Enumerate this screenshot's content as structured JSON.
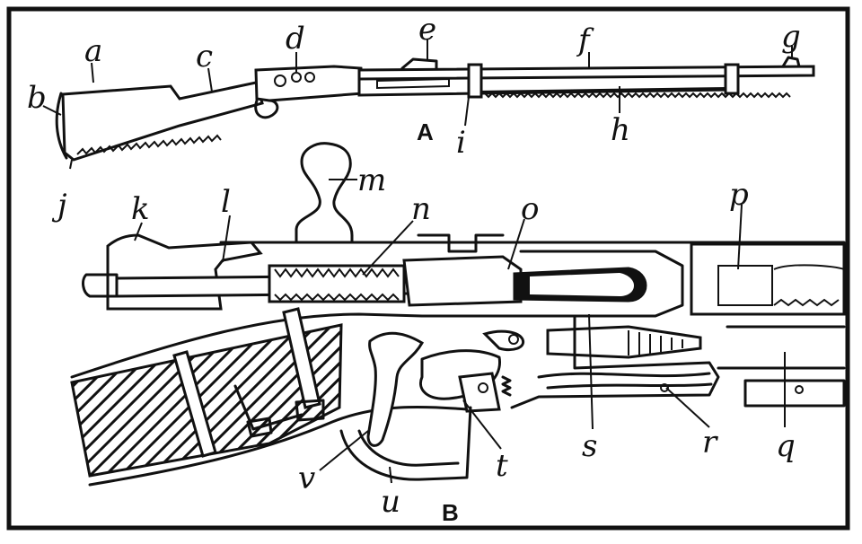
{
  "figure_a": {
    "caption": "A",
    "labels": {
      "a": "a",
      "b": "b",
      "c": "c",
      "d": "d",
      "e": "e",
      "f": "f",
      "g": "g",
      "h": "h",
      "i": "i",
      "j": "j"
    }
  },
  "figure_b": {
    "caption": "B",
    "labels": {
      "k": "k",
      "l": "l",
      "m": "m",
      "n": "n",
      "o": "o",
      "p": "p",
      "q": "q",
      "r": "r",
      "s": "s",
      "t": "t",
      "u": "u",
      "v": "v"
    }
  }
}
